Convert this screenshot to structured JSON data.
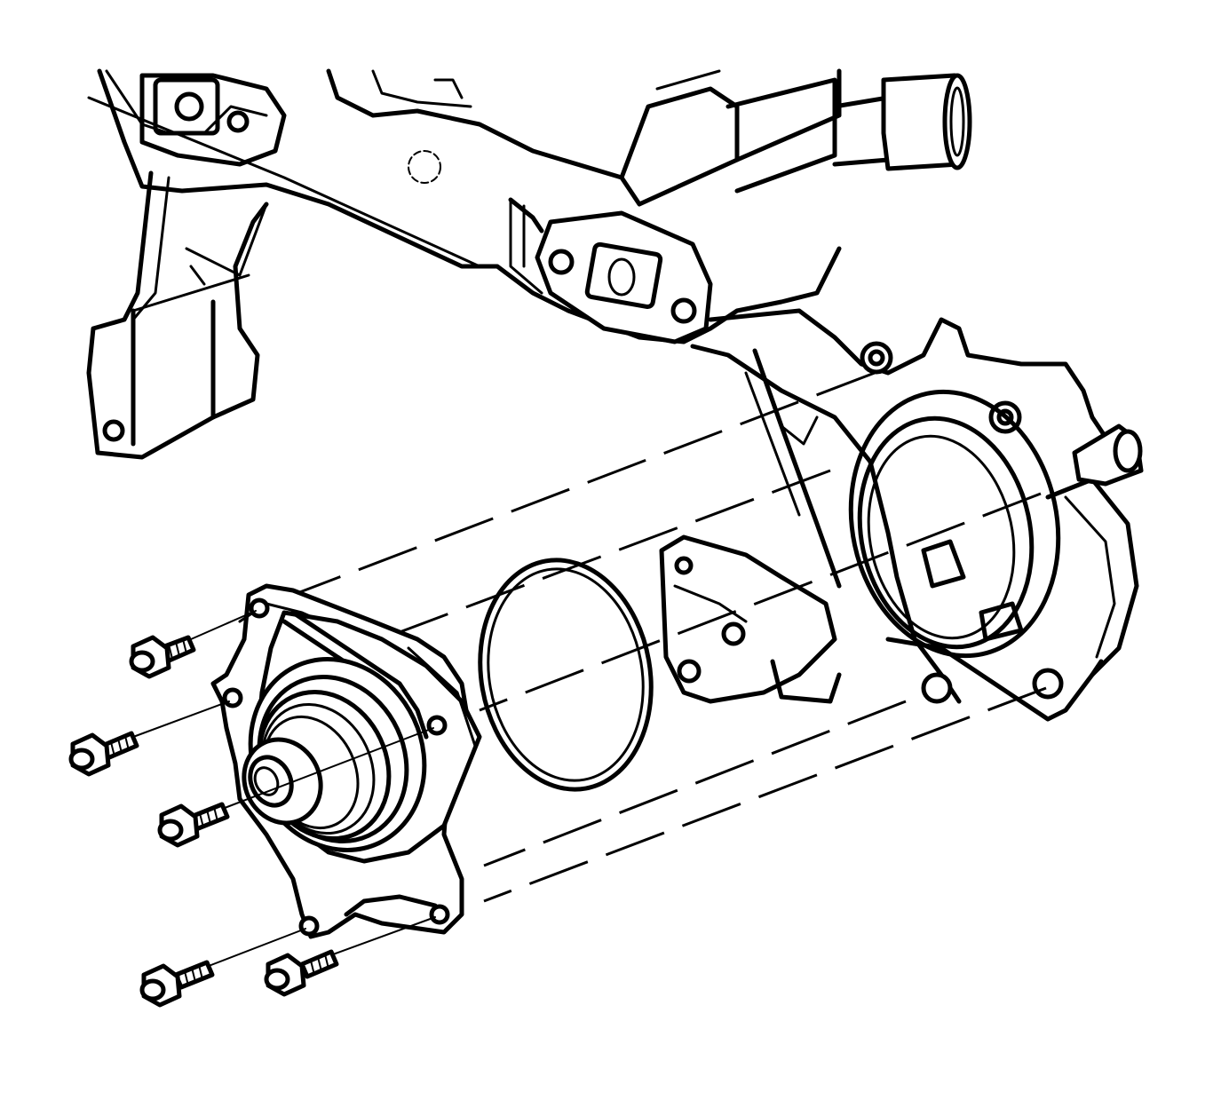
{
  "diagram": {
    "parts": [
      {
        "id": "engine-front-cover",
        "icon": "engine-front-cover-icon"
      },
      {
        "id": "water-pump-gasket",
        "icon": "o-ring-gasket-icon"
      },
      {
        "id": "water-pump",
        "icon": "water-pump-icon"
      },
      {
        "id": "water-pump-bolts",
        "icon": "bolt-icon",
        "count": 5
      }
    ],
    "colors": {
      "line": "#000000",
      "background": "#ffffff"
    }
  }
}
